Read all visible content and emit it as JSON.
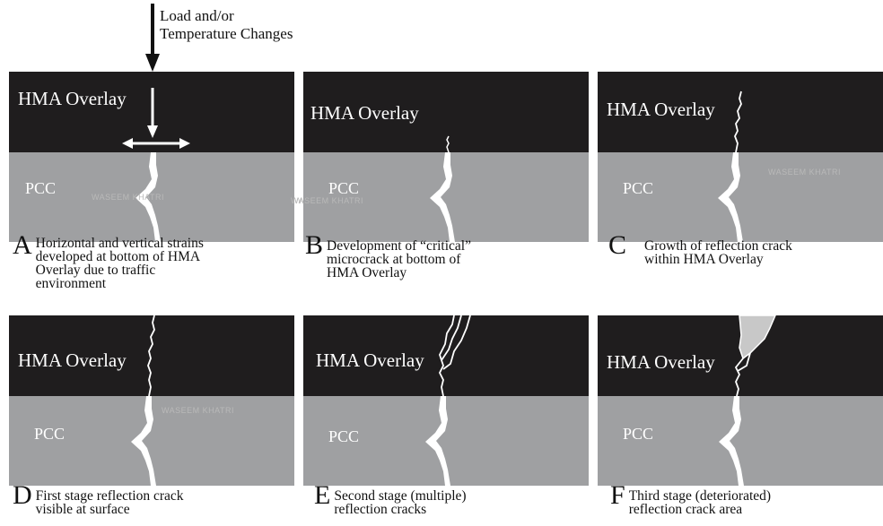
{
  "load_label": [
    "Load and/or",
    "Temperature Changes"
  ],
  "layer_labels": {
    "overlay": "HMA Overlay",
    "base": "PCC"
  },
  "watermark": "WASEEM KHATRI",
  "colors": {
    "overlay": "#1f1d1e",
    "pcc": "#9fa0a2",
    "crack": "#ffffff",
    "deteriorated": "#c8c8c8"
  },
  "panels": [
    {
      "letter": "A",
      "lines": [
        "Horizontal and vertical strains",
        "developed at bottom of HMA",
        "Overlay due to traffic",
        "environment"
      ]
    },
    {
      "letter": "B",
      "lines": [
        "Development of “critical”",
        "microcrack at bottom of",
        "HMA Overlay"
      ]
    },
    {
      "letter": "C",
      "lines": [
        "Growth of reflection crack",
        "within HMA Overlay"
      ]
    },
    {
      "letter": "D",
      "lines": [
        "First stage reflection crack",
        "visible at surface"
      ]
    },
    {
      "letter": "E",
      "lines": [
        "Second stage (multiple)",
        "reflection cracks"
      ]
    },
    {
      "letter": "F",
      "lines": [
        "Third stage (deteriorated)",
        "reflection crack area"
      ]
    }
  ]
}
